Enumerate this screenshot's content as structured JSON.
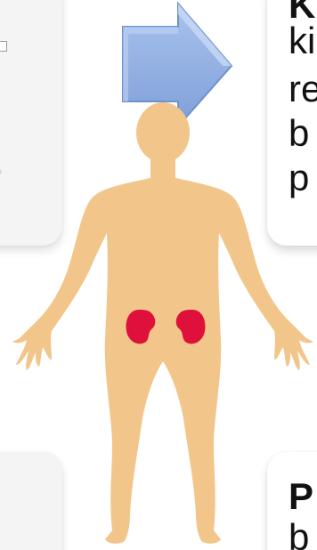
{
  "panel_right_top": {
    "lines": [
      "K",
      "ki",
      "re",
      "b",
      "p"
    ]
  },
  "panel_right_bottom": {
    "lines": [
      "P",
      "b"
    ]
  },
  "colors": {
    "skin": "#f2c68a",
    "kidney": "#e0103d",
    "arrow": "#8fb0e6",
    "arrow_dark": "#6f91cc",
    "tile": "#f4f4f4"
  },
  "icons": {
    "arrow": "right-arrow-icon",
    "body": "human-body-icon",
    "kidneys": "kidney-icon"
  }
}
